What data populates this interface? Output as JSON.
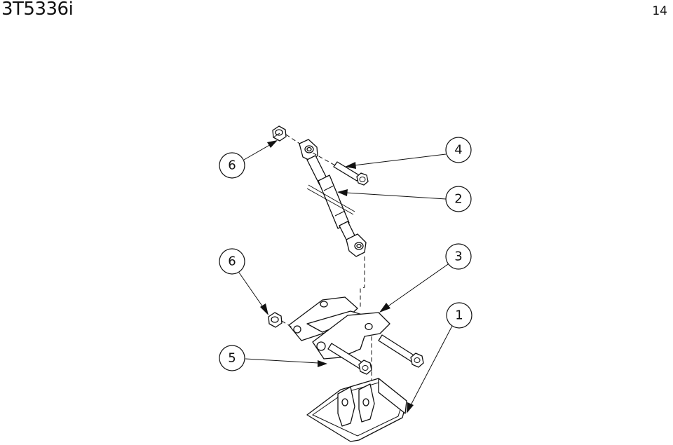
{
  "header": {
    "title": "3T5336i",
    "page_number": "14"
  },
  "callouts": [
    {
      "id": "c4",
      "label": "4"
    },
    {
      "id": "c2",
      "label": "2"
    },
    {
      "id": "c6a",
      "label": "6"
    },
    {
      "id": "c3",
      "label": "3"
    },
    {
      "id": "c6b",
      "label": "6"
    },
    {
      "id": "c1",
      "label": "1"
    },
    {
      "id": "c5",
      "label": "5"
    }
  ]
}
